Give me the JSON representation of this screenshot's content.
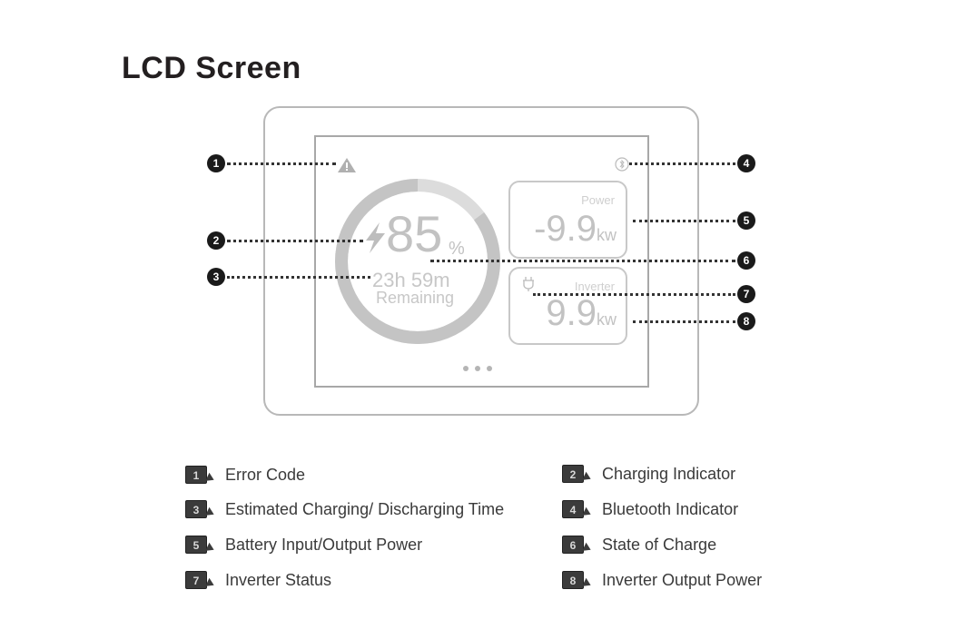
{
  "title": "LCD Screen",
  "screen": {
    "state_of_charge": "85",
    "percent_sign": "%",
    "time_remaining": "23h 59m",
    "remaining_label": "Remaining",
    "power_card": {
      "label": "Power",
      "value": "-9.9",
      "unit": "kw"
    },
    "inverter_card": {
      "label": "Inverter",
      "value": "9.9",
      "unit": "kw"
    },
    "icons": [
      "warning-icon",
      "bluetooth-icon",
      "lightning-bolt-icon",
      "plug-icon"
    ],
    "page_dots": 3
  },
  "callouts": [
    "1",
    "2",
    "3",
    "4",
    "5",
    "6",
    "7",
    "8"
  ],
  "legend": {
    "left": [
      {
        "num": "1",
        "label": "Error Code"
      },
      {
        "num": "3",
        "label": "Estimated Charging/ Discharging Time"
      },
      {
        "num": "5",
        "label": "Battery Input/Output Power"
      },
      {
        "num": "7",
        "label": "Inverter Status"
      }
    ],
    "right": [
      {
        "num": "2",
        "label": "Charging Indicator"
      },
      {
        "num": "4",
        "label": "Bluetooth Indicator"
      },
      {
        "num": "6",
        "label": "State of Charge"
      },
      {
        "num": "8",
        "label": "Inverter Output Power"
      }
    ]
  },
  "colors": {
    "ring_progress": "#c4c4c4",
    "ring_track": "#dcdcdc",
    "callout_bg": "#1a1a1a",
    "badge_bg": "#3b3b3b"
  }
}
